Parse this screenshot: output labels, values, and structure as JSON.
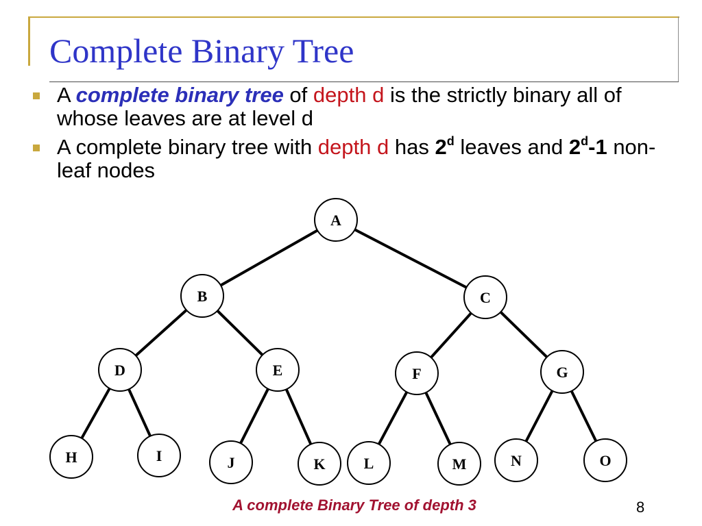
{
  "slide": {
    "title": "Complete Binary Tree",
    "page_number": "8",
    "colors": {
      "title": "#2f35c8",
      "accent_gold": "#c9a83e",
      "highlight_red": "#c4151c",
      "emphasis_blue": "#2b2fb8",
      "caption": "#a11230"
    }
  },
  "bullets": [
    {
      "a1": "A ",
      "a2": "complete binary tree",
      "a3": " of ",
      "a4": "depth d",
      "a5": " is the strictly binary all of whose leaves are at level d"
    },
    {
      "b1": "A complete binary tree with ",
      "b2": "depth d",
      "b3": " has ",
      "b4": "2",
      "b5": "d",
      "b6": " leaves and ",
      "b7": "2",
      "b8": "d",
      "b9": "-1",
      "b10": " non-leaf nodes"
    }
  ],
  "tree": {
    "nodes": [
      "A",
      "B",
      "C",
      "D",
      "E",
      "F",
      "G",
      "H",
      "I",
      "J",
      "K",
      "L",
      "M",
      "N",
      "O"
    ],
    "edges": [
      [
        "A",
        "B"
      ],
      [
        "A",
        "C"
      ],
      [
        "B",
        "D"
      ],
      [
        "B",
        "E"
      ],
      [
        "C",
        "F"
      ],
      [
        "C",
        "G"
      ],
      [
        "D",
        "H"
      ],
      [
        "D",
        "I"
      ],
      [
        "E",
        "J"
      ],
      [
        "E",
        "K"
      ],
      [
        "F",
        "L"
      ],
      [
        "F",
        "M"
      ],
      [
        "G",
        "N"
      ],
      [
        "G",
        "O"
      ]
    ]
  },
  "caption": "A complete Binary Tree of depth 3"
}
